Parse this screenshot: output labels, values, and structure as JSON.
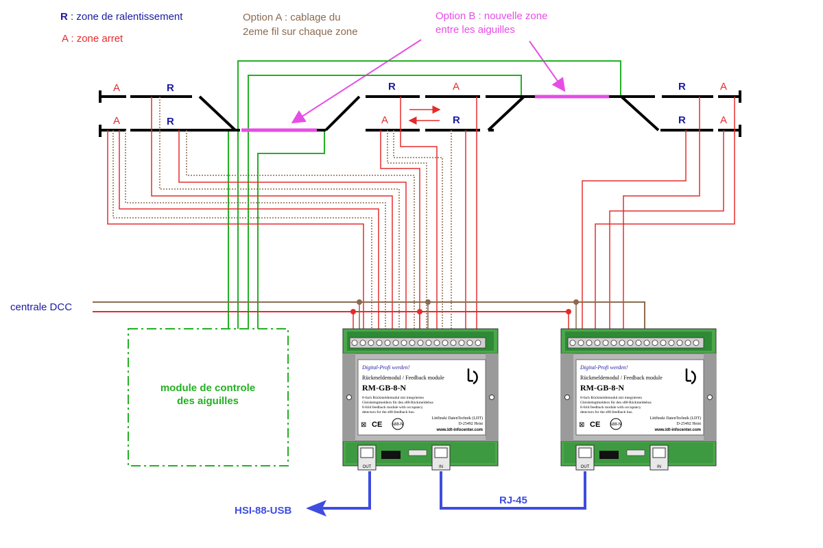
{
  "legend": {
    "r_key": "R",
    "r_text": " : zone de ralentissement",
    "a_key": "A",
    "a_text": " : zone arret"
  },
  "option_a": {
    "line1": "Option A : cablage du",
    "line2": "2eme fil sur chaque zone"
  },
  "option_b": {
    "line1": "Option B : nouvelle zone",
    "line2": "entre les aiguilles"
  },
  "zone_labels": {
    "r": "R",
    "a": "A"
  },
  "centrale": "centrale DCC",
  "controller": {
    "line1": "module de controle",
    "line2": "des aiguilles"
  },
  "modules": [
    {
      "slogan": "Digital-Profi werden!",
      "subtitle": "Rückmeldemodul / Feedback module",
      "model": "RM-GB-8-N",
      "desc1": "8-fach Rückmeldemodul mit integrierten",
      "desc2": "Gleisbelegtmeldern für den s88-Rückmeldebus",
      "desc3": "8-fold feedback module with occupancy",
      "desc4": "detectors for the s88-feedback bus.",
      "maker": "Littfinski DatenTechnik (LDT)",
      "addr": "D-25492 Heist",
      "web": "www.ldt-infocenter.com",
      "s88": "s88-N",
      "port_left": "OUT",
      "port_right": "IN"
    },
    {
      "slogan": "Digital-Profi werden!",
      "subtitle": "Rückmeldemodul / Feedback module",
      "model": "RM-GB-8-N",
      "desc1": "8-fach Rückmeldemodul mit integrierten",
      "desc2": "Gleisbelegtmeldern für den s88-Rückmeldebus",
      "desc3": "8-fold feedback module with occupancy",
      "desc4": "detectors for the s88-feedback bus.",
      "maker": "Littfinski DatenTechnik (LDT)",
      "addr": "D-25492 Heist",
      "web": "www.ldt-infocenter.com",
      "s88": "s88-N",
      "port_left": "OUT",
      "port_right": "IN"
    }
  ],
  "hsi": "HSI-88-USB",
  "rj45": "RJ-45",
  "colors": {
    "red": "#e52b2b",
    "blue": "#1a1aa0",
    "brown": "#8b6a4f",
    "green": "#22b022",
    "pink": "#e64de6",
    "rjblue": "#3e4ce0",
    "black": "#000000"
  }
}
